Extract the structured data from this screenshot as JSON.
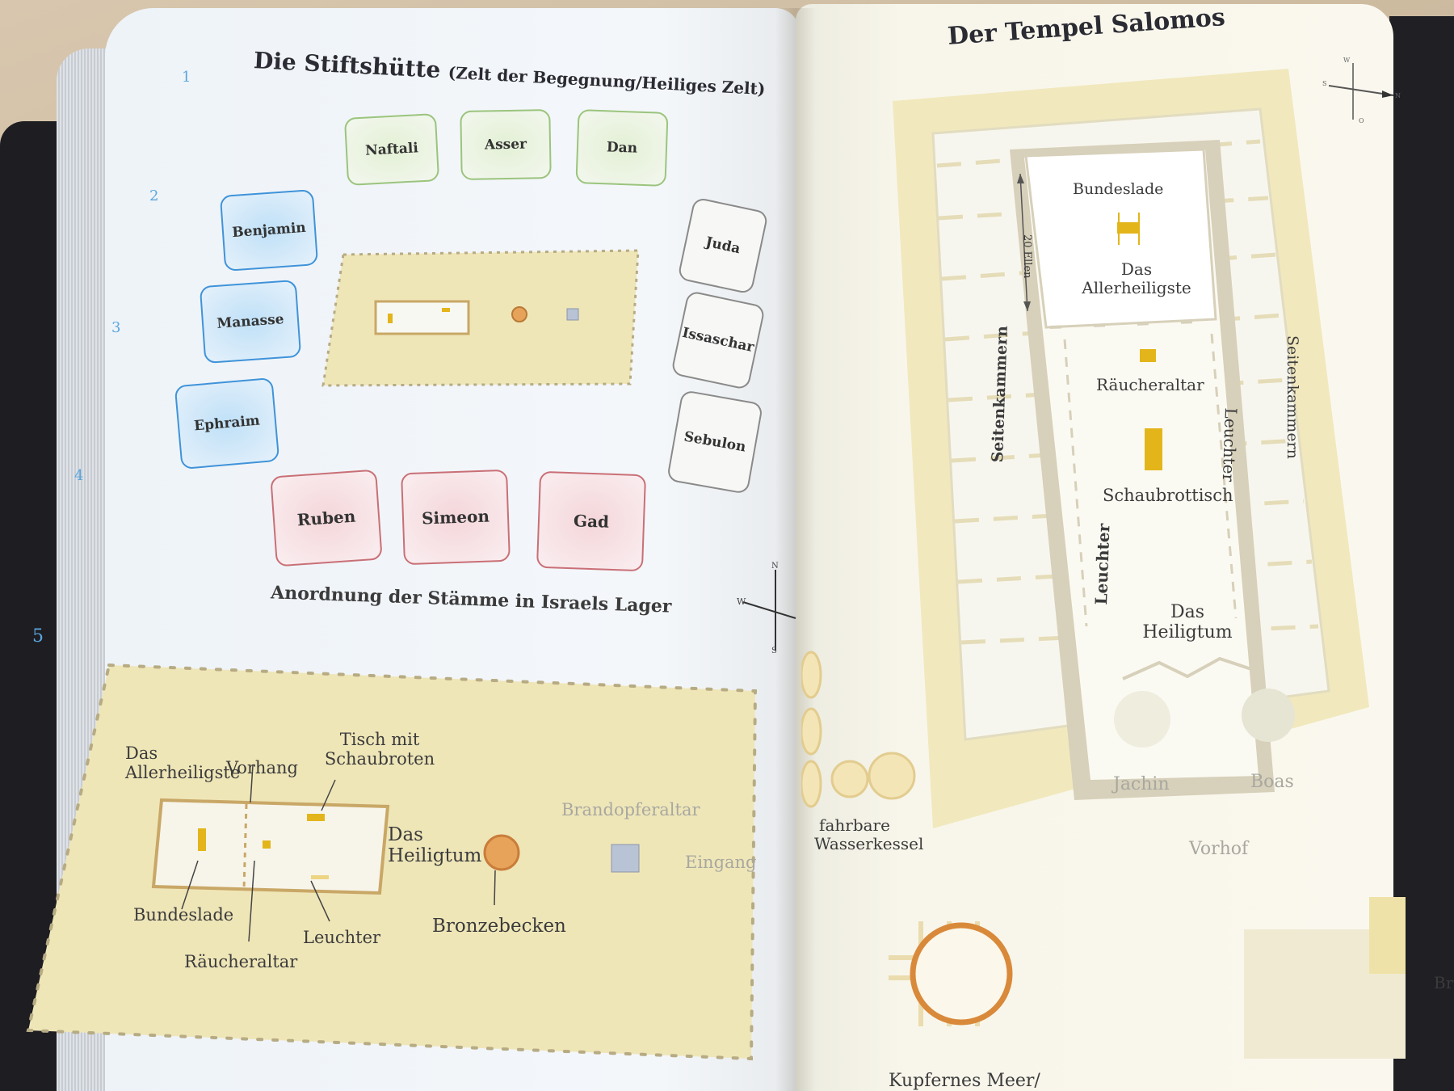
{
  "left_page": {
    "title": "Die Stiftshütte",
    "subtitle": "(Zelt der Begegnung/Heiliges Zelt)",
    "margin_numbers": [
      "1",
      "2",
      "3",
      "4",
      "5"
    ],
    "tribes_north": [
      "Naftali",
      "Asser",
      "Dan"
    ],
    "tribes_west": [
      "Benjamin",
      "Manasse",
      "Ephraim"
    ],
    "tribes_east": [
      "Juda",
      "Issaschar",
      "Sebulon"
    ],
    "tribes_south": [
      "Ruben",
      "Simeon",
      "Gad"
    ],
    "camp_caption": "Anordnung der Stämme in Israels Lager",
    "compass": {
      "n": "N",
      "w": "W",
      "s": "S"
    },
    "tabernacle_labels": {
      "holy_of_holies": "Das Allerheiligste",
      "curtain": "Vorhang",
      "table": "Tisch mit Schaubroten",
      "holy_place": "Das Heiligtum",
      "altar": "Brandopferaltar",
      "entrance": "Eingang",
      "ark": "Bundeslade",
      "lampstand": "Leuchter",
      "basin": "Bronzebecken",
      "incense_altar": "Räucheraltar"
    }
  },
  "right_page": {
    "title": "Der Tempel Salomos",
    "labels": {
      "ark": "Bundeslade",
      "cubits": "20 Ellen",
      "holy_of_holies": "Das Allerheiligste",
      "incense_altar": "Räucheraltar",
      "side_chambers_left": "Seitenkammern",
      "side_chambers_right": "Seitenkammern",
      "lampstand_right": "Leuchter",
      "table": "Schaubrottisch",
      "lampstand_left": "Leuchter",
      "holy_place": "Das Heiligtum",
      "pillar_left": "Jachin",
      "pillar_right": "Boas",
      "court": "Vorhof",
      "basins": "fahrbare Wasserkessel",
      "sea": "Kupfernes Meer/",
      "edge": "Br"
    },
    "compass": {
      "w": "W",
      "o": "O",
      "n": "N",
      "s": "S"
    }
  },
  "colors": {
    "gold": "#e3b51b",
    "sand": "#efe6b8",
    "bronze": "#d9893a",
    "blue": "#3f93d9",
    "green": "#9bc47d",
    "red": "#c96f76"
  }
}
